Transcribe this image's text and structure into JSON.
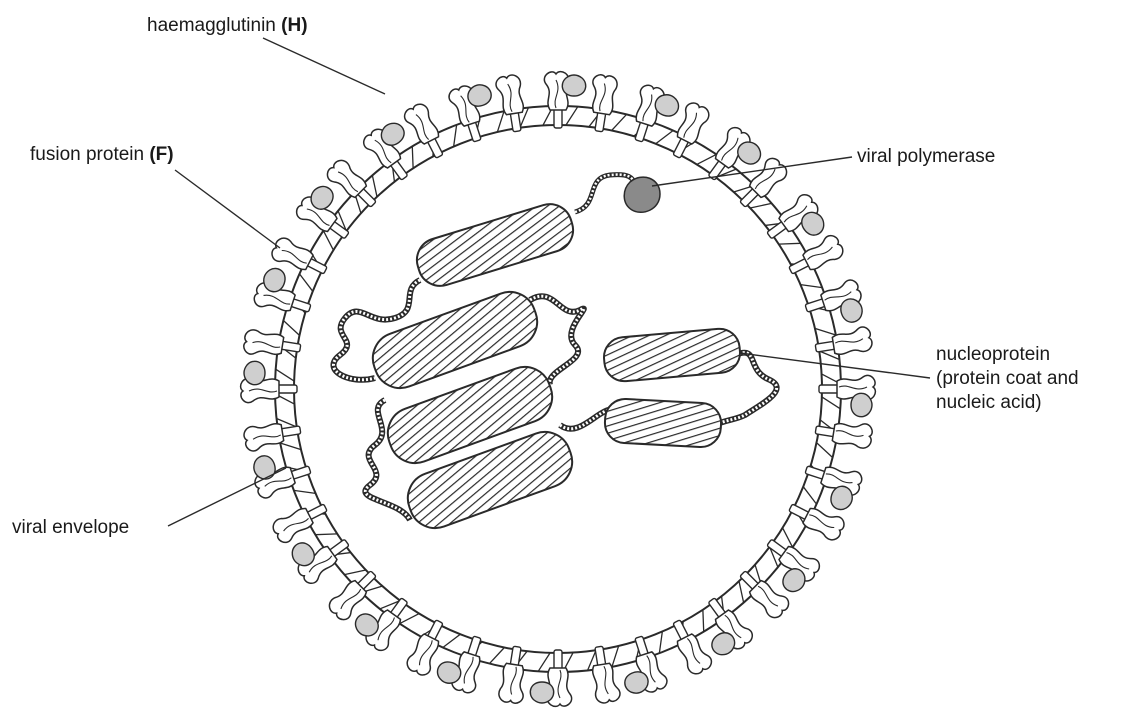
{
  "labels": {
    "haemagglutinin": {
      "text": "haemagglutinin ",
      "abbr": "(H)"
    },
    "fusion_protein": {
      "text": "fusion protein ",
      "abbr": "(F)"
    },
    "viral_polymerase": "viral polymerase",
    "nucleoprotein": [
      "nucleoprotein",
      "(protein coat and",
      "nucleic acid)"
    ],
    "viral_envelope": "viral envelope"
  },
  "colors": {
    "stroke": "#2a2a2a",
    "protein_fill": "#cfcfcf",
    "polymerase_fill": "#8a8a8a",
    "background": "#ffffff"
  }
}
